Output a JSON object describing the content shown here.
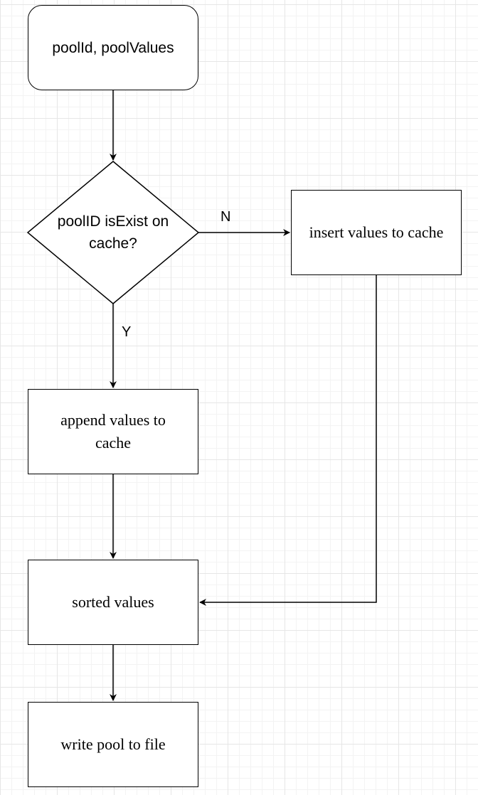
{
  "diagram": {
    "nodes": {
      "start": {
        "label": "poolId, poolValues"
      },
      "decision": {
        "label": "poolID isExist on cache?"
      },
      "insert": {
        "label": "insert values to cache"
      },
      "append": {
        "label": "append values to cache"
      },
      "sorted": {
        "label": "sorted values"
      },
      "write": {
        "label": "write pool to file"
      }
    },
    "edges": {
      "no_label": "N",
      "yes_label": "Y"
    },
    "colors": {
      "stroke": "#000000",
      "fill": "#ffffff",
      "grid": "#e6e6e6"
    }
  }
}
